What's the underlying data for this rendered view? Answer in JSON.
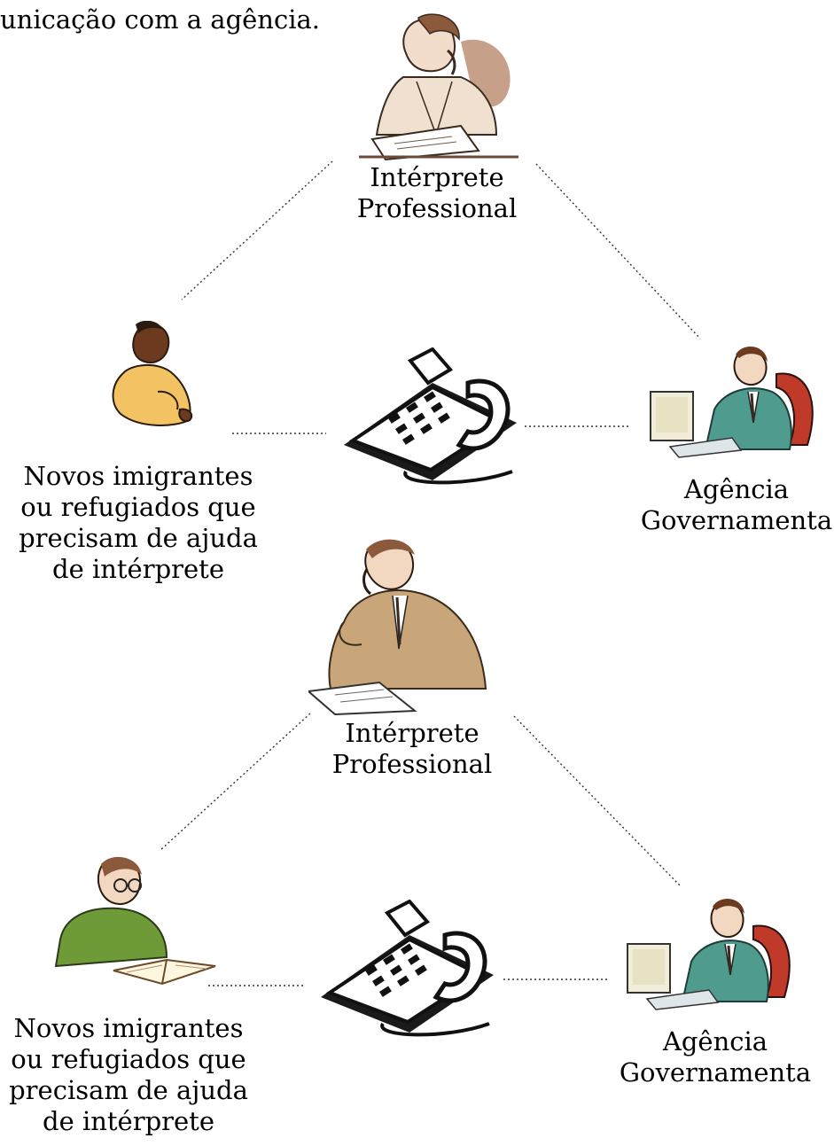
{
  "caption_fragment": "unicação com a agência.",
  "diagrams": [
    {
      "interpreter": {
        "line1": "Intérprete",
        "line2": "Professional",
        "icon": "woman-on-phone-icon"
      },
      "client": {
        "lines": [
          "Novos imigrantes",
          "ou refugiados que",
          "precisam de ajuda",
          "de intérprete"
        ],
        "icon": "person-pointing-icon"
      },
      "agency": {
        "line1": "Agência",
        "line2": "Governamenta",
        "icon": "office-worker-computer-icon"
      },
      "phone_icon": "telephone-icon"
    },
    {
      "interpreter": {
        "line1": "Intérprete",
        "line2": "Professional",
        "icon": "man-on-phone-icon"
      },
      "client": {
        "lines": [
          "Novos imigrantes",
          "ou refugiados que",
          "precisam de ajuda",
          "de intérprete"
        ],
        "icon": "man-reading-book-icon"
      },
      "agency": {
        "line1": "Agência",
        "line2": "Governamenta",
        "icon": "office-worker-computer-icon"
      },
      "phone_icon": "telephone-icon"
    }
  ]
}
